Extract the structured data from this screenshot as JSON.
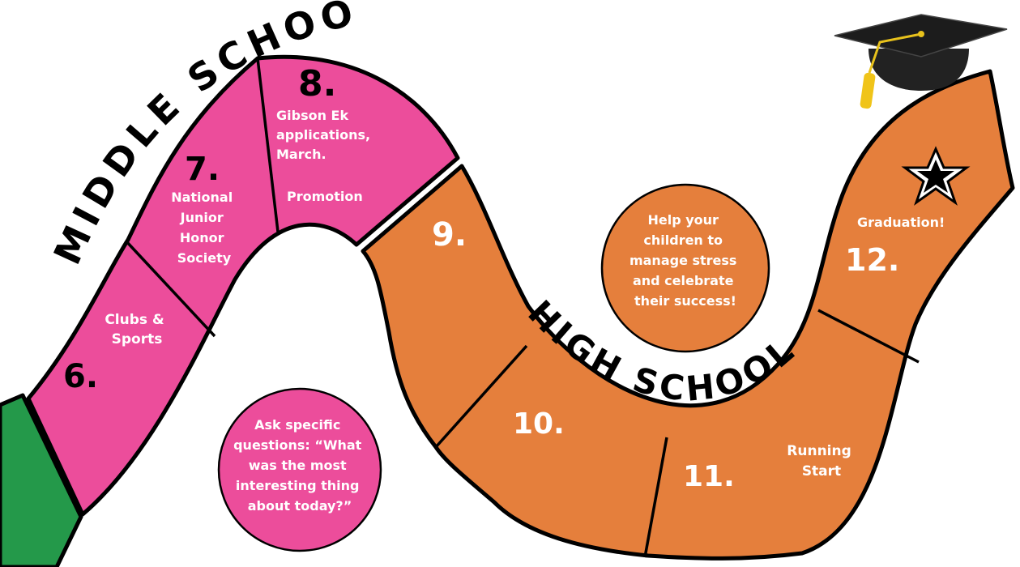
{
  "headings": {
    "middle_school": "MIDDLE SCHOOL",
    "high_school": "HIGH SCHOOL"
  },
  "grades": {
    "g6": {
      "number": "6.",
      "lines": []
    },
    "g7": {
      "number": "7.",
      "lines": [
        "National",
        "Junior",
        "Honor",
        "Society"
      ]
    },
    "g8": {
      "number": "8.",
      "lines": [
        "Gibson Ek",
        "applications,",
        "March.",
        "Promotion"
      ]
    },
    "g9": {
      "number": "9.",
      "lines": []
    },
    "g10": {
      "number": "10.",
      "lines": []
    },
    "g11": {
      "number": "11.",
      "lines": [
        "Running",
        "Start"
      ]
    },
    "g12": {
      "number": "12.",
      "lines": [
        "Graduation!"
      ]
    }
  },
  "clubs": {
    "lines": [
      "Clubs &",
      "Sports"
    ]
  },
  "tips": {
    "ask": {
      "lines": [
        "Ask specific",
        "questions: “What",
        "was the most",
        "interesting thing",
        "about today?”"
      ]
    },
    "help": {
      "lines": [
        "Help your",
        "children to",
        "manage stress",
        "and celebrate",
        "their success!"
      ]
    }
  },
  "icons": [
    "graduation-cap-icon",
    "star-icon"
  ],
  "colors": {
    "pink": "#ec4d9b",
    "orange": "#e57f3c",
    "green": "#24994a",
    "black": "#000000",
    "white": "#ffffff"
  }
}
